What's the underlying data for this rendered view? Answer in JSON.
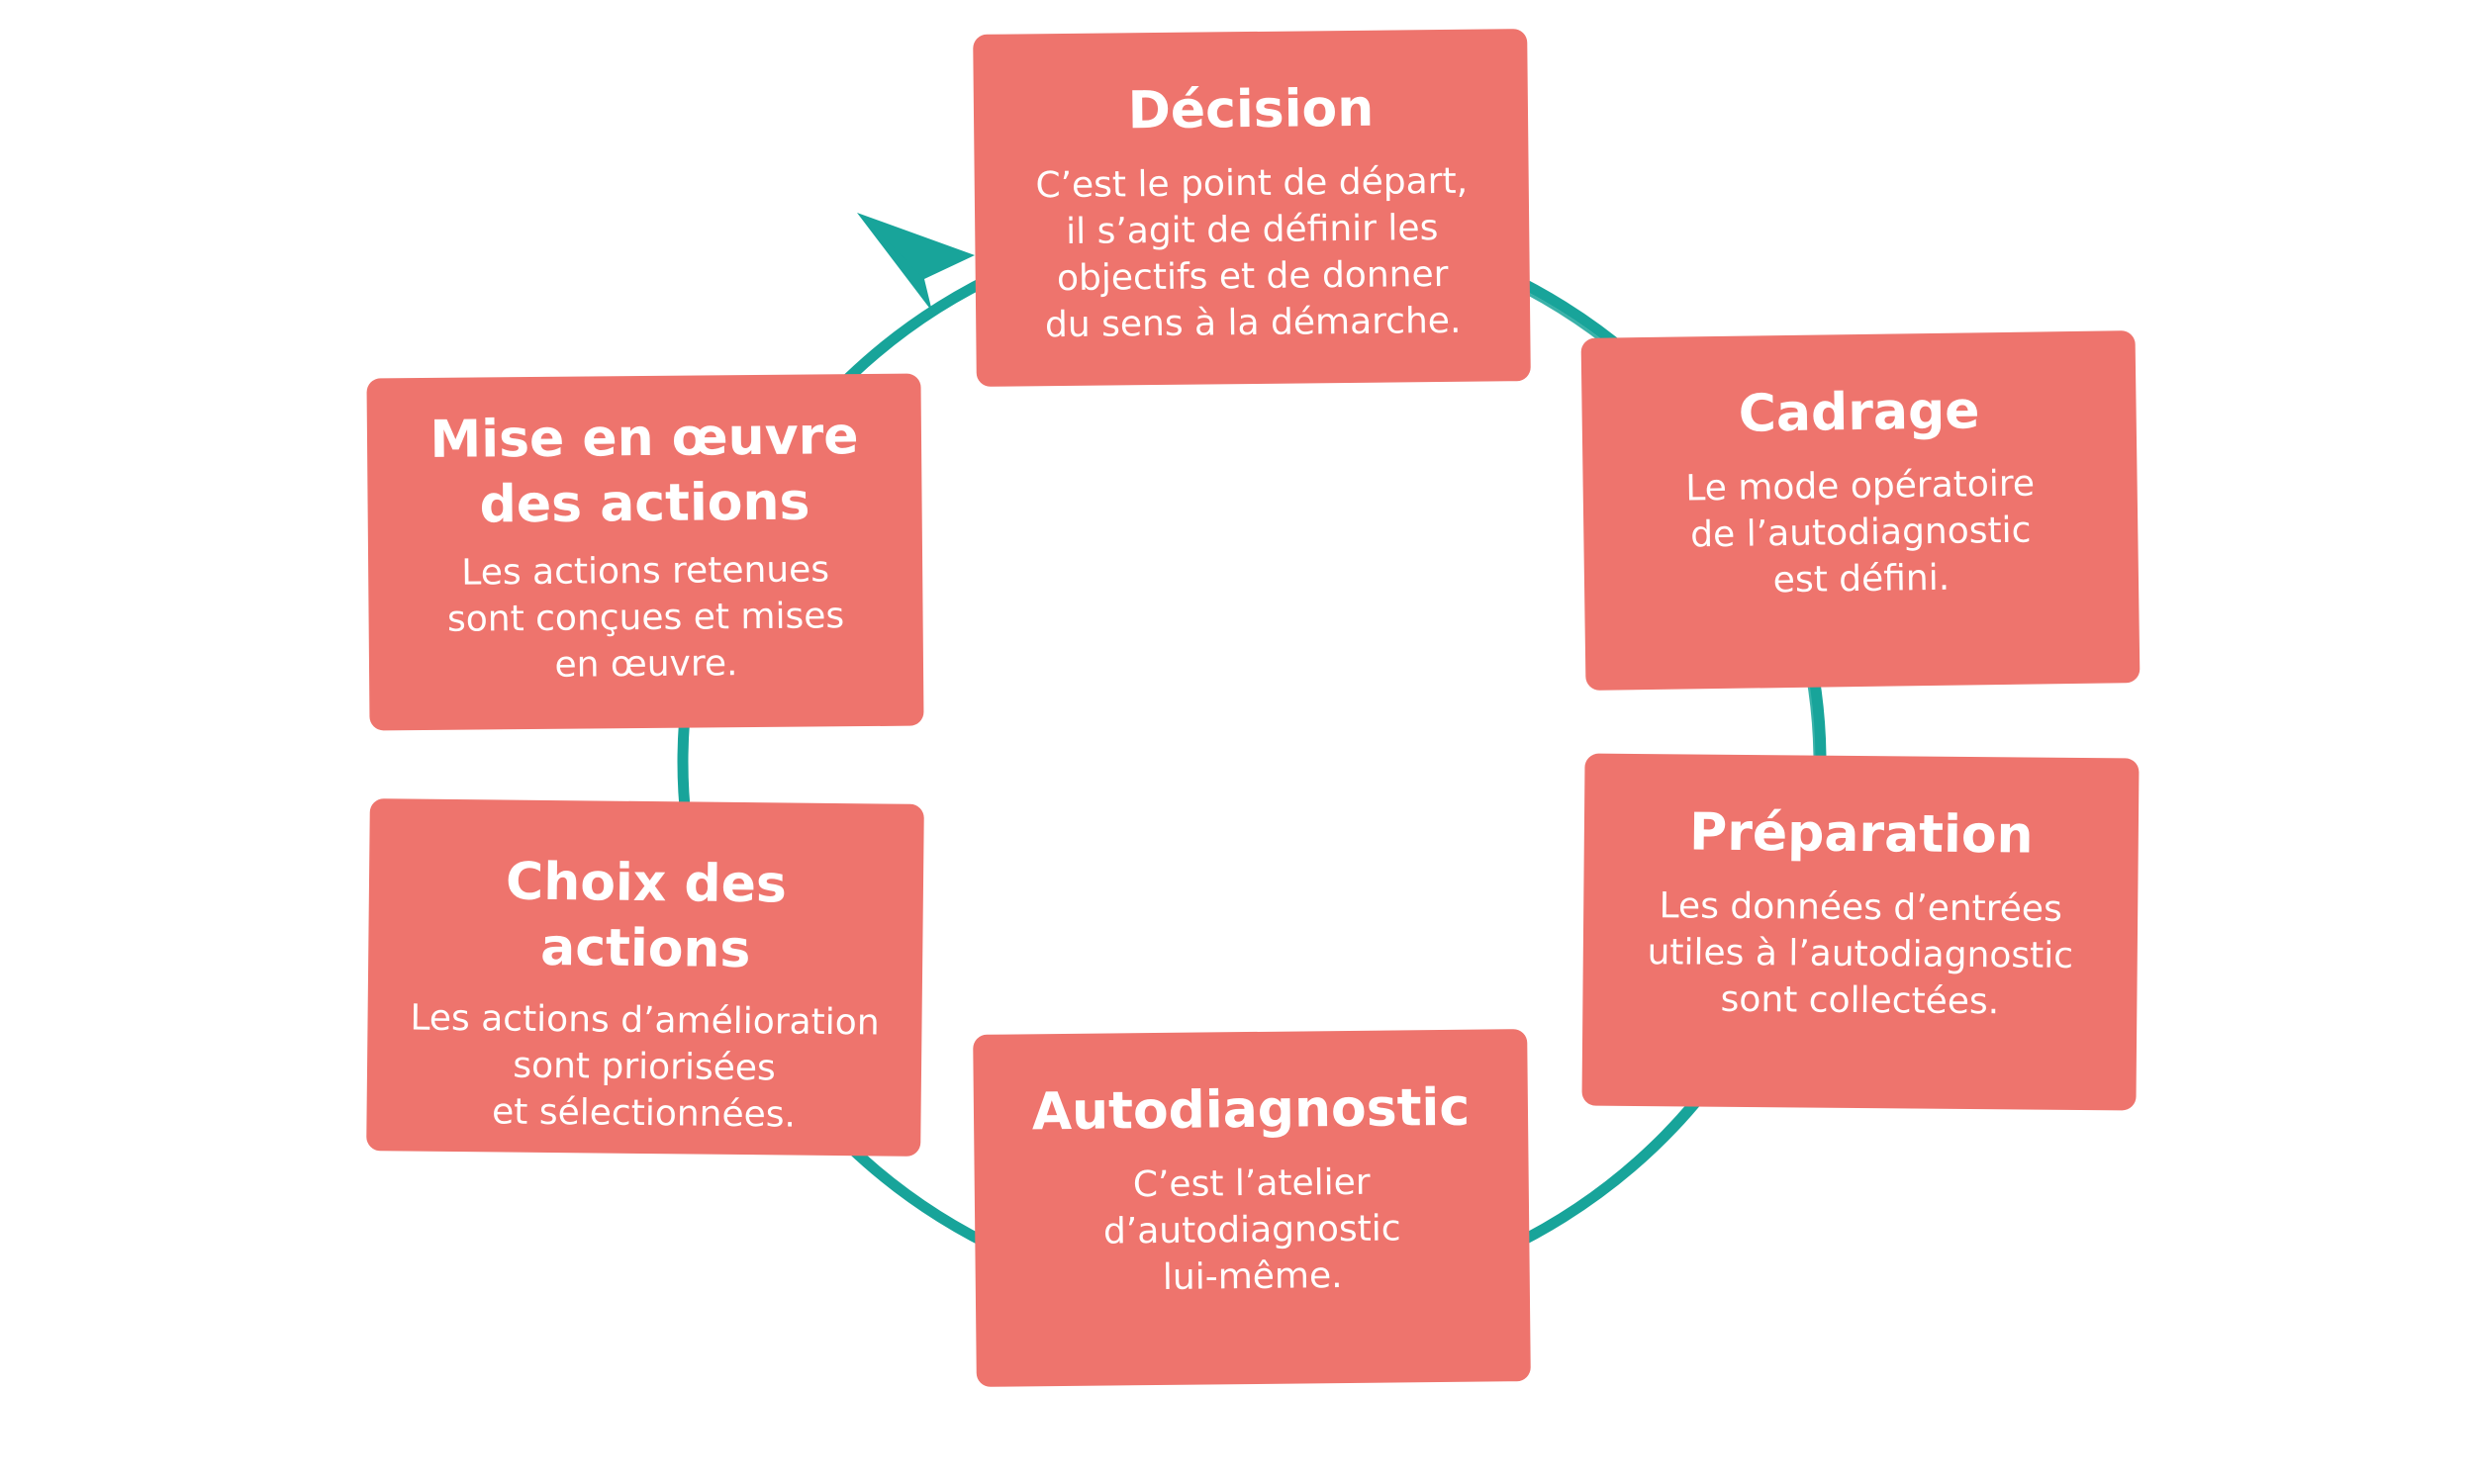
{
  "diagram": {
    "accent_color": "#18a49a",
    "box_color": "#ee746d",
    "arrow": "arrowhead-icon",
    "steps": [
      {
        "title": "Décision",
        "description": "C’est le point de départ,\nil s’agit de définir les\nobjectifs et de donner\ndu sens à la démarche."
      },
      {
        "title": "Cadrage",
        "description": "Le mode opératoire\nde l’autodiagnostic\nest défini."
      },
      {
        "title": "Préparation",
        "description": "Les données d’entrées\nutiles à l’autodiagnostic\nsont collectées."
      },
      {
        "title": "Autodiagnostic",
        "description": "C’est l’atelier\nd’autodiagnostic\nlui-même."
      },
      {
        "title": "Choix des actions",
        "description": "Les actions d’amélioration\nsont priorisées\net sélectionnées."
      },
      {
        "title": "Mise en œuvre\ndes actions",
        "description": "Les actions retenues\nsont conçues et mises\nen œuvre."
      }
    ]
  }
}
